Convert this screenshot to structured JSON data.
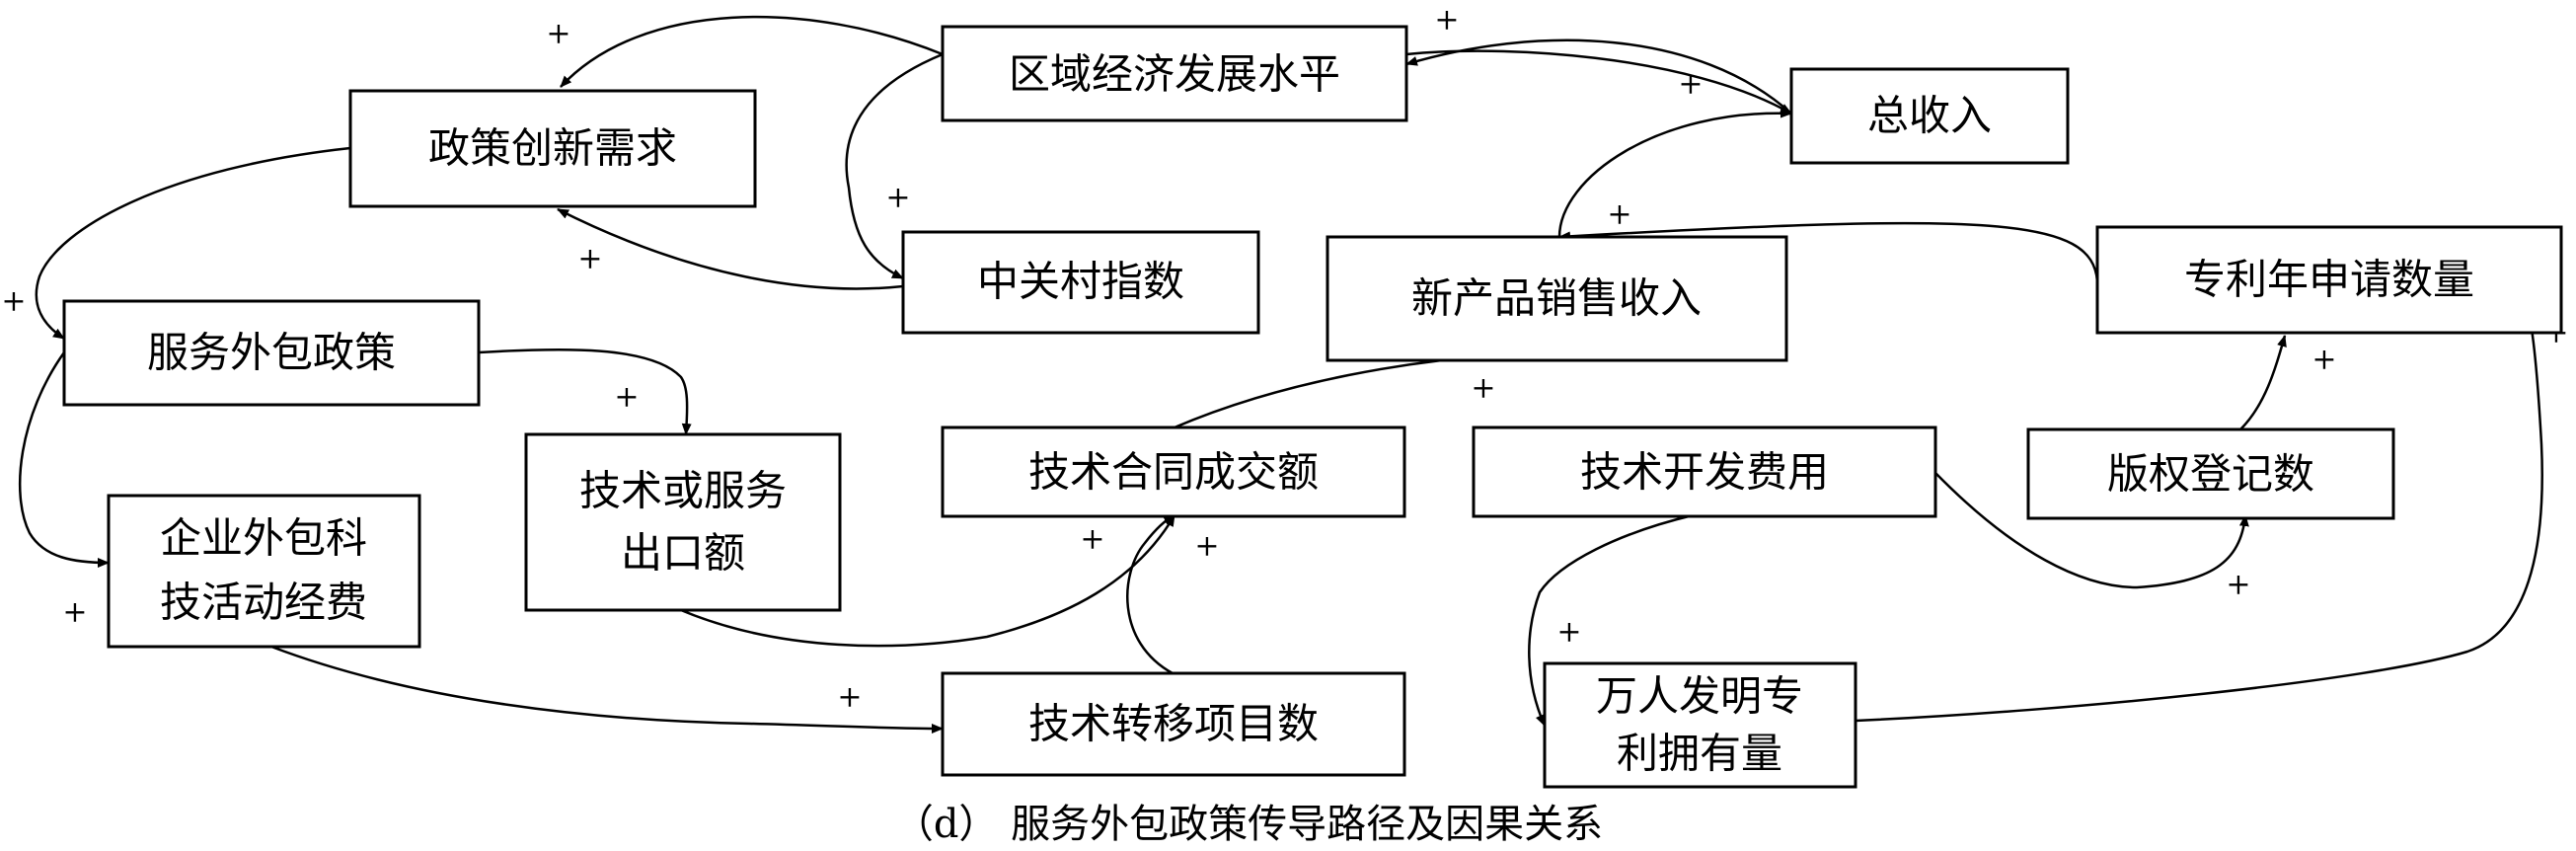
{
  "nodes": {
    "regional_economy": "区域经济发展水平",
    "policy_innovation_demand": "政策创新需求",
    "total_revenue": "总收入",
    "zgc_index": "中关村指数",
    "new_product_sales": "新产品销售收入",
    "patent_applications": "专利年申请数量",
    "outsourcing_policy": "服务外包政策",
    "tech_service_export": [
      "技术或服务",
      "出口额"
    ],
    "tech_contract_volume": "技术合同成交额",
    "tech_dev_cost": "技术开发费用",
    "copyright_registrations": "版权登记数",
    "enterprise_outsourcing_funds": [
      "企业外包科",
      "技活动经费"
    ],
    "tech_transfer_projects": "技术转移项目数",
    "patents_per_10k": [
      "万人发明专",
      "利拥有量"
    ]
  },
  "sign_label": "+",
  "caption": "（d） 服务外包政策传导路径及因果关系"
}
